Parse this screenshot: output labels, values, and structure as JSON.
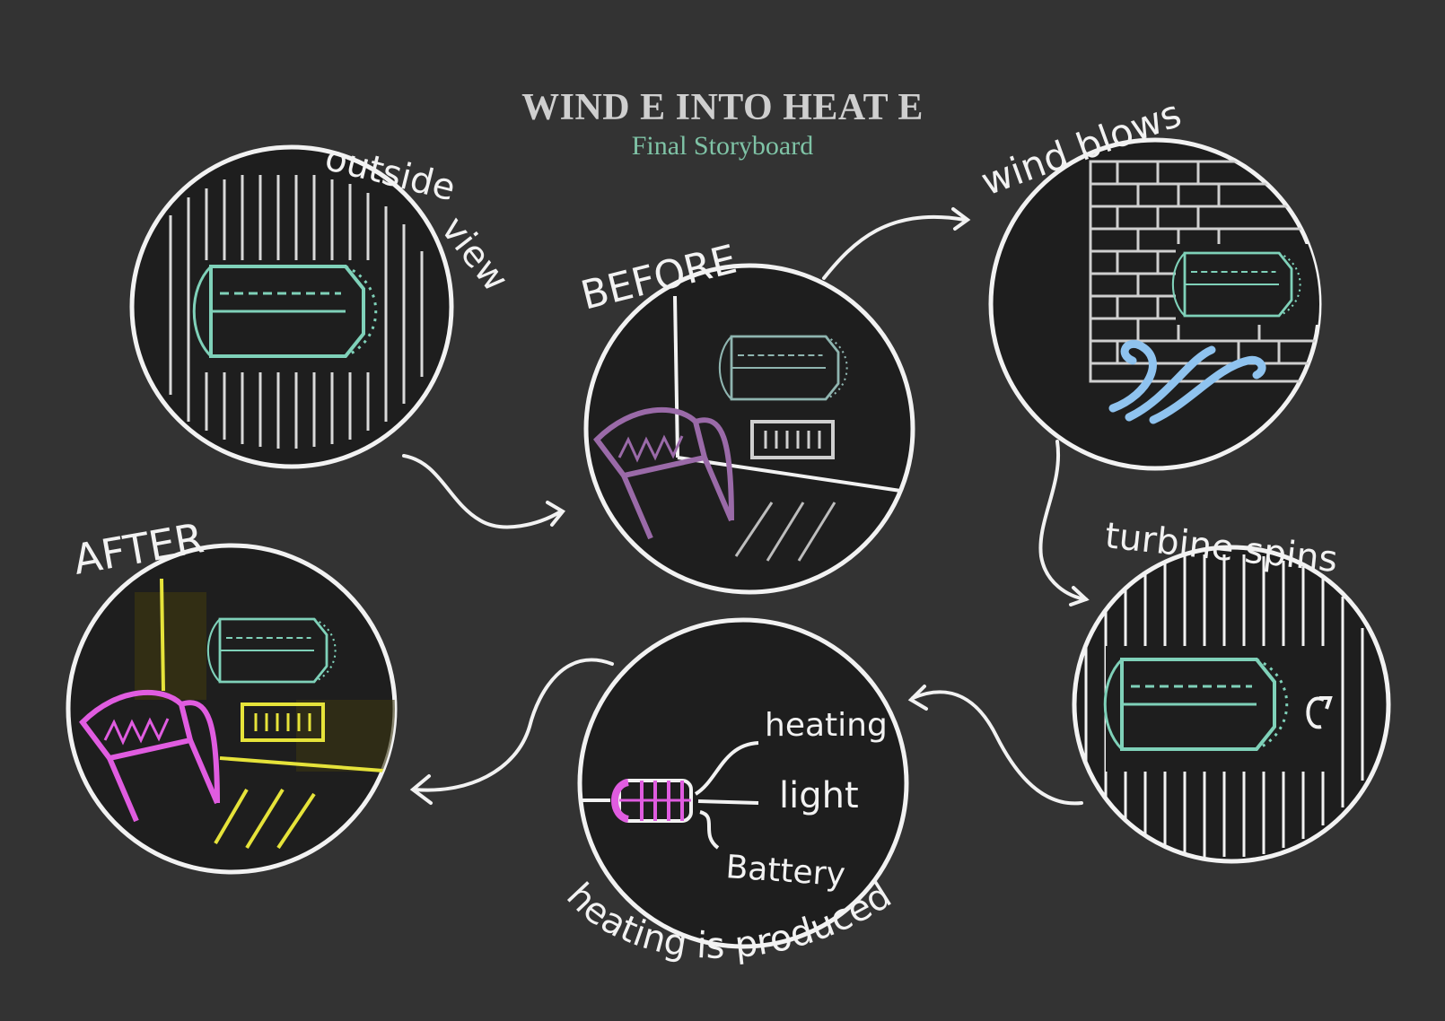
{
  "header": {
    "title": "WIND E INTO HEAT E",
    "subtitle": "Final Storyboard"
  },
  "colors": {
    "background": "#333333",
    "chalk": "#f2f2f2",
    "turbine": "#7fd1b9",
    "chair_before": "#9a6aa8",
    "chair_after": "#e05ce0",
    "light_after": "#e6e33a",
    "wind": "#8fc3ef"
  },
  "panels": {
    "outside_view": {
      "label_line1": "outside",
      "label_line2": "view"
    },
    "before": {
      "label": "BEFORE"
    },
    "wind_blows": {
      "label": "wind blows"
    },
    "turbine_spins": {
      "label": "turbine spins"
    },
    "heating_produced": {
      "label": "heating is produced",
      "outputs": [
        "heating",
        "light",
        "Battery"
      ]
    },
    "after": {
      "label": "AFTER"
    }
  }
}
